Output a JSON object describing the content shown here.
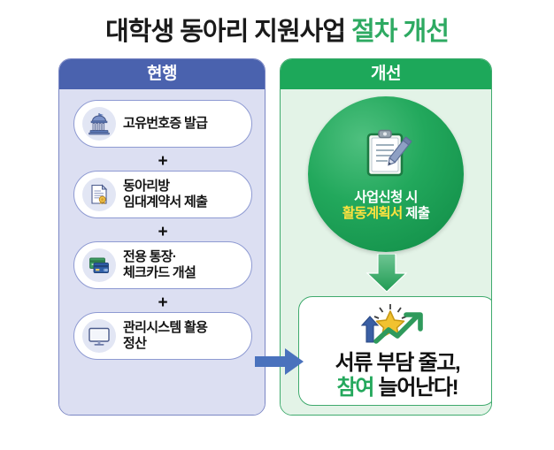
{
  "title": {
    "main": "대학생 동아리 지원사업 ",
    "accent": "절차 개선",
    "accent_color": "#2eaa62"
  },
  "panels": {
    "current": {
      "header": "현행",
      "header_color": "#4a62ae",
      "body_color": "#dcdff2",
      "separator": "+",
      "items": [
        {
          "icon": "government-building-icon",
          "line1": "고유번호증 발급",
          "line2": ""
        },
        {
          "icon": "certificate-document-icon",
          "line1": "동아리방",
          "line2": "임대계약서 제출"
        },
        {
          "icon": "bank-cards-icon",
          "line1": "전용 통장·",
          "line2": "체크카드 개설"
        },
        {
          "icon": "monitor-icon",
          "line1": "관리시스템 활용",
          "line2": "정산"
        }
      ]
    },
    "improved": {
      "header": "개선",
      "header_color": "#1da85a",
      "body_color": "#e3f3e7",
      "circle": {
        "icon": "clipboard-pen-icon",
        "line1": "사업신청 시",
        "line2_yellow": "활동계획서",
        "line2_white": " 제출",
        "yellow_color": "#ffe23f"
      },
      "result": {
        "icon": "star-growth-arrow-icon",
        "line1": "서류 부담 줄고,",
        "line2_green": "참여",
        "line2_black": " 늘어난다!",
        "green_color": "#24a85c"
      }
    }
  },
  "arrows": {
    "down_arrow": "down-arrow-green",
    "right_arrow": "right-arrow-blue",
    "right_arrow_color": "#4a72bd"
  }
}
